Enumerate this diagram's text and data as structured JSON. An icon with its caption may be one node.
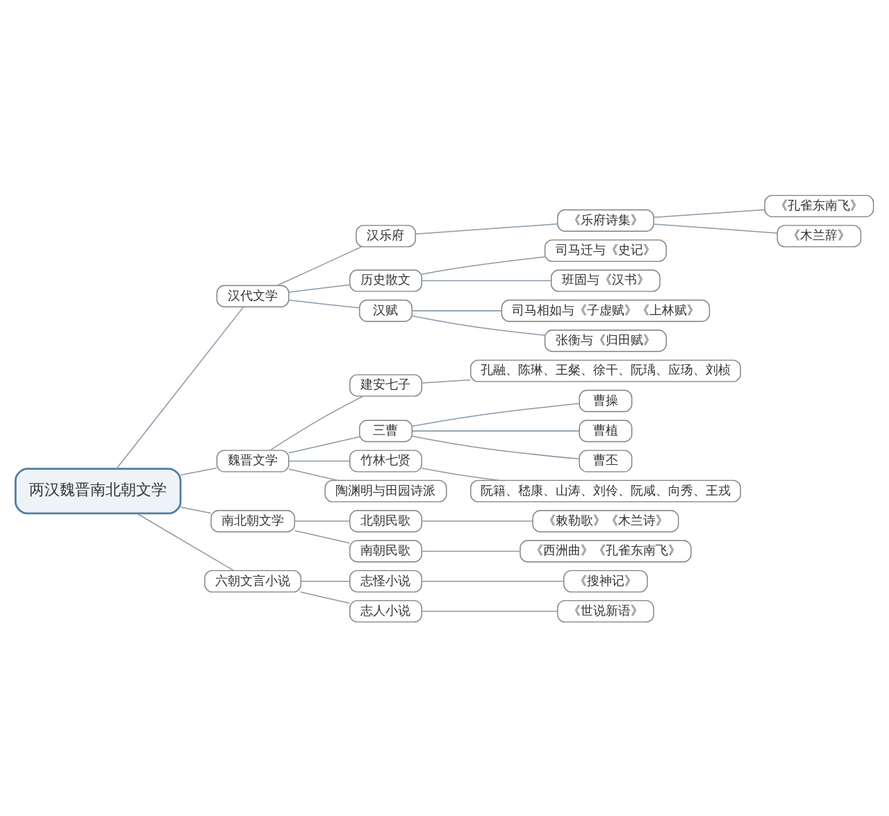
{
  "diagram": {
    "nodes": [
      {
        "text": [
          "两汉魏晋南北朝文学"
        ]
      },
      {
        "text": [
          "汉代文学"
        ]
      },
      {
        "text": [
          "汉乐府"
        ]
      },
      {
        "text": [
          "《乐府诗集》"
        ]
      },
      {
        "text": [
          "《孔雀东南飞》"
        ]
      },
      {
        "text": [
          "《木兰辞》"
        ]
      },
      {
        "text": [
          "历史散文"
        ]
      },
      {
        "text": [
          "司马迁与《史记》"
        ]
      },
      {
        "text": [
          "班固与《汉书》"
        ]
      },
      {
        "text": [
          "汉赋"
        ]
      },
      {
        "text": [
          "司马相如与《子虚赋》《上林赋》"
        ]
      },
      {
        "text": [
          "张衡与《归田赋》"
        ]
      },
      {
        "text": [
          "魏晋文学"
        ]
      },
      {
        "text": [
          "建安七子"
        ]
      },
      {
        "text": [
          "孔融、陈琳、王粲、徐干、阮瑀、应玚、刘桢"
        ]
      },
      {
        "text": [
          "三曹"
        ]
      },
      {
        "text": [
          "曹操"
        ]
      },
      {
        "text": [
          "曹植"
        ]
      },
      {
        "text": [
          "曹丕"
        ]
      },
      {
        "text": [
          "竹林七贤"
        ]
      },
      {
        "text": [
          "阮籍、嵇康、山涛、刘伶、阮咸、向秀、王戎"
        ]
      },
      {
        "text": [
          "陶渊明与田园诗派"
        ]
      },
      {
        "text": [
          "南北朝文学"
        ]
      },
      {
        "text": [
          "北朝民歌"
        ]
      },
      {
        "text": [
          "《敕勒歌》《木兰诗》"
        ]
      },
      {
        "text": [
          "南朝民歌"
        ]
      },
      {
        "text": [
          "《西洲曲》《孔雀东南飞》"
        ]
      },
      {
        "text": [
          "六朝文言小说"
        ]
      },
      {
        "text": [
          "志怪小说"
        ]
      },
      {
        "text": [
          "《搜神记》"
        ]
      },
      {
        "text": [
          "志人小说"
        ]
      },
      {
        "text": [
          "《世说新语》"
        ]
      }
    ],
    "edges": [
      {
        "from": 0,
        "to": 1,
        "arrow": "none"
      },
      {
        "from": 1,
        "to": 2,
        "arrow": "none"
      },
      {
        "from": 2,
        "to": 3,
        "arrow": "none"
      },
      {
        "from": 3,
        "to": 4,
        "arrow": "none"
      },
      {
        "from": 3,
        "to": 5,
        "arrow": "none"
      },
      {
        "from": 1,
        "to": 6,
        "arrow": "none"
      },
      {
        "from": 6,
        "to": 7,
        "arrow": "none"
      },
      {
        "from": 6,
        "to": 8,
        "arrow": "none"
      },
      {
        "from": 1,
        "to": 9,
        "arrow": "none"
      },
      {
        "from": 9,
        "to": 10,
        "arrow": "none"
      },
      {
        "from": 9,
        "to": 11,
        "arrow": "none"
      },
      {
        "from": 0,
        "to": 12,
        "arrow": "none"
      },
      {
        "from": 12,
        "to": 13,
        "arrow": "none"
      },
      {
        "from": 13,
        "to": 14,
        "arrow": "none"
      },
      {
        "from": 12,
        "to": 15,
        "arrow": "none"
      },
      {
        "from": 15,
        "to": 16,
        "arrow": "none"
      },
      {
        "from": 15,
        "to": 17,
        "arrow": "none"
      },
      {
        "from": 15,
        "to": 18,
        "arrow": "none"
      },
      {
        "from": 12,
        "to": 19,
        "arrow": "none"
      },
      {
        "from": 19,
        "to": 20,
        "arrow": "none"
      },
      {
        "from": 12,
        "to": 21,
        "arrow": "none"
      },
      {
        "from": 0,
        "to": 22,
        "arrow": "none"
      },
      {
        "from": 22,
        "to": 23,
        "arrow": "none"
      },
      {
        "from": 23,
        "to": 24,
        "arrow": "none"
      },
      {
        "from": 22,
        "to": 25,
        "arrow": "none"
      },
      {
        "from": 25,
        "to": 26,
        "arrow": "none"
      },
      {
        "from": 0,
        "to": 27,
        "arrow": "none"
      },
      {
        "from": 27,
        "to": 28,
        "arrow": "none"
      },
      {
        "from": 28,
        "to": 29,
        "arrow": "none"
      },
      {
        "from": 27,
        "to": 30,
        "arrow": "none"
      },
      {
        "from": 30,
        "to": 31,
        "arrow": "none"
      }
    ]
  }
}
